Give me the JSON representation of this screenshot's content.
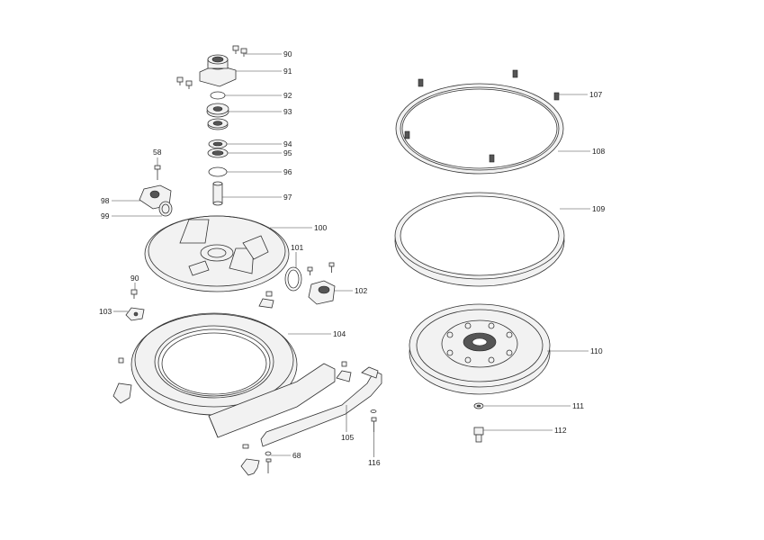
{
  "callouts": [
    {
      "id": "c90a",
      "label": "90"
    },
    {
      "id": "c91",
      "label": "91"
    },
    {
      "id": "c92",
      "label": "92"
    },
    {
      "id": "c93",
      "label": "93"
    },
    {
      "id": "c94",
      "label": "94"
    },
    {
      "id": "c95",
      "label": "95"
    },
    {
      "id": "c96",
      "label": "96"
    },
    {
      "id": "c97",
      "label": "97"
    },
    {
      "id": "c58",
      "label": "58"
    },
    {
      "id": "c98",
      "label": "98"
    },
    {
      "id": "c99",
      "label": "99"
    },
    {
      "id": "c100",
      "label": "100"
    },
    {
      "id": "c101",
      "label": "101"
    },
    {
      "id": "c102",
      "label": "102"
    },
    {
      "id": "c90b",
      "label": "90"
    },
    {
      "id": "c103",
      "label": "103"
    },
    {
      "id": "c104",
      "label": "104"
    },
    {
      "id": "c105",
      "label": "105"
    },
    {
      "id": "c68",
      "label": "68"
    },
    {
      "id": "c116",
      "label": "116"
    },
    {
      "id": "c107",
      "label": "107"
    },
    {
      "id": "c108",
      "label": "108"
    },
    {
      "id": "c109",
      "label": "109"
    },
    {
      "id": "c110",
      "label": "110"
    },
    {
      "id": "c111",
      "label": "111"
    },
    {
      "id": "c112",
      "label": "112"
    }
  ]
}
